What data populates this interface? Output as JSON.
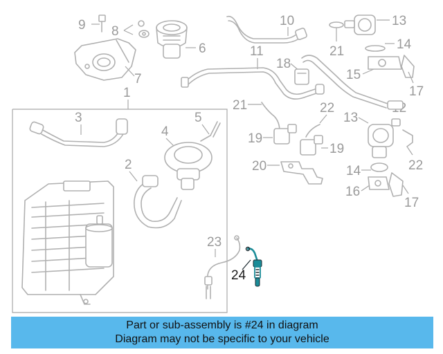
{
  "diagram": {
    "highlight_color": "#1a8c98",
    "callouts": [
      "1",
      "2",
      "3",
      "4",
      "5",
      "6",
      "7",
      "8",
      "9",
      "10",
      "11",
      "12",
      "13",
      "13",
      "14",
      "14",
      "15",
      "16",
      "17",
      "17",
      "18",
      "19",
      "19",
      "20",
      "21",
      "21",
      "22",
      "22",
      "23",
      "24"
    ],
    "highlighted_callout": "24"
  },
  "caption": {
    "line1": "Part or sub-assembly is #24 in diagram",
    "line2": "Diagram may not be specific to your vehicle",
    "background_color": "#58b8ec"
  }
}
